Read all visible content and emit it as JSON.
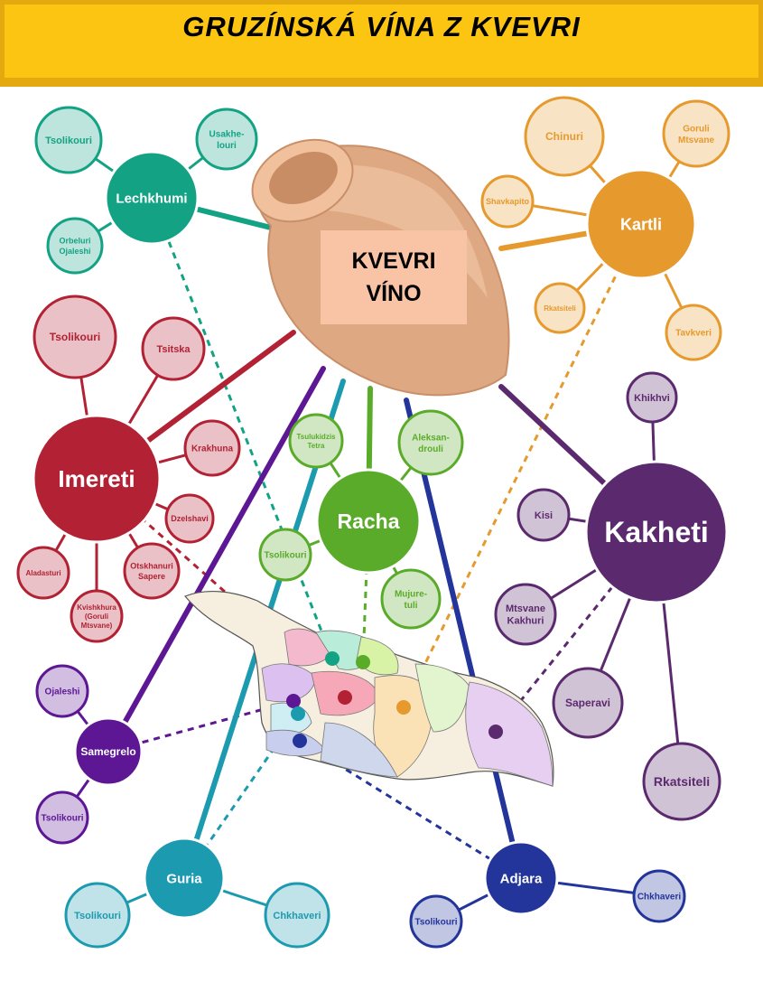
{
  "title": "GRUZÍNSKÁ VÍNA Z KVEVRI",
  "center": {
    "line1": "KVEVRI",
    "line2": "VÍNO"
  },
  "colors": {
    "banner": "#fbc512",
    "lechkhumi": "#13a384",
    "kartli": "#e69a2e",
    "imereti": "#b22234",
    "racha": "#5aab2a",
    "kakheti": "#5b2a6e",
    "samegrelo": "#5d1794",
    "guria": "#1c9bb0",
    "adjara": "#23359a"
  },
  "regions": [
    {
      "id": "lechkhumi",
      "name": "Lechkhumi",
      "varieties": [
        "Tsolikouri",
        "Usakhe-louri",
        "Orbeluri Ojaleshi"
      ]
    },
    {
      "id": "kartli",
      "name": "Kartli",
      "varieties": [
        "Chinuri",
        "Goruli Mtsvane",
        "Shavkapito",
        "Rkatsiteli",
        "Tavkveri"
      ]
    },
    {
      "id": "imereti",
      "name": "Imereti",
      "varieties": [
        "Tsolikouri",
        "Tsitska",
        "Krakhuna",
        "Dzelshavi",
        "Otskhanuri Sapere",
        "Kvishkhura (Goruli Mtsvane)",
        "Aladasturi"
      ]
    },
    {
      "id": "racha",
      "name": "Racha",
      "varieties": [
        "Tsulukidzis Tetra",
        "Aleksan-drouli",
        "Tsolikouri",
        "Mujure-tuli"
      ]
    },
    {
      "id": "kakheti",
      "name": "Kakheti",
      "varieties": [
        "Khikhvi",
        "Kisi",
        "Mtsvane Kakhuri",
        "Saperavi",
        "Rkatsiteli"
      ]
    },
    {
      "id": "samegrelo",
      "name": "Samegrelo",
      "varieties": [
        "Ojaleshi",
        "Tsolikouri"
      ]
    },
    {
      "id": "guria",
      "name": "Guria",
      "varieties": [
        "Tsolikouri",
        "Chkhaveri"
      ]
    },
    {
      "id": "adjara",
      "name": "Adjara",
      "varieties": [
        "Tsolikouri",
        "Chkhaveri"
      ]
    }
  ]
}
